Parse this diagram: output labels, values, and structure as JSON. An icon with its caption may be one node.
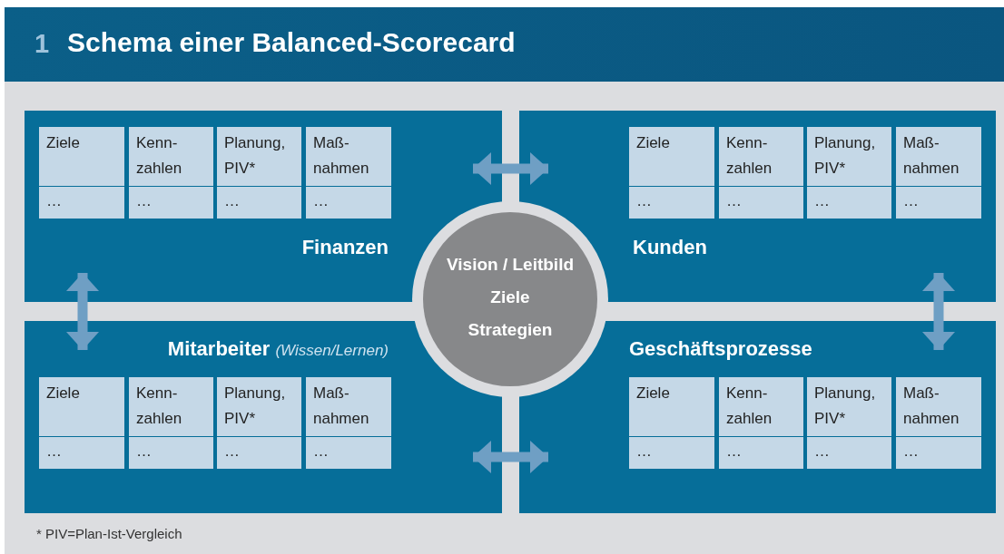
{
  "diagram": {
    "title": "Schema einer Balanced-Scorecard",
    "caption": "* PIV=Plan-Ist-Vergleich",
    "labels": [
      "1"
    ],
    "nodes": [
      {
        "text": [
          "Finanzen"
        ]
      },
      {
        "text": [
          "Ziele"
        ],
        "in": 0
      },
      {
        "text": [
          "Kenn- zahlen"
        ],
        "in": 0
      },
      {
        "text": [
          "Planung, PIV*"
        ],
        "in": 0
      },
      {
        "text": [
          "Maß- nahmen"
        ],
        "in": 0
      },
      {
        "text": [
          "…"
        ],
        "in": 0
      },
      {
        "text": [
          "…"
        ],
        "in": 0
      },
      {
        "text": [
          "…"
        ],
        "in": 0
      },
      {
        "text": [
          "…"
        ],
        "in": 0
      },
      {
        "text": [
          "Kunden"
        ]
      },
      {
        "text": [
          "Ziele"
        ],
        "in": 9
      },
      {
        "text": [
          "Kenn- zahlen"
        ],
        "in": 9
      },
      {
        "text": [
          "Planung, PIV*"
        ],
        "in": 9
      },
      {
        "text": [
          "Maß- nahmen"
        ],
        "in": 9
      },
      {
        "text": [
          "…"
        ],
        "in": 9
      },
      {
        "text": [
          "…"
        ],
        "in": 9
      },
      {
        "text": [
          "…"
        ],
        "in": 9
      },
      {
        "text": [
          "…"
        ],
        "in": 9
      },
      {
        "text": [
          "Vision / Leitbild",
          "Ziele",
          "Strategien"
        ]
      },
      {
        "text": [
          "Mitarbeiter *(Wissen/Lernen)*"
        ]
      },
      {
        "text": [
          "Ziele"
        ],
        "in": 19
      },
      {
        "text": [
          "Kenn- zahlen"
        ],
        "in": 19
      },
      {
        "text": [
          "Planung, PIV*"
        ],
        "in": 19
      },
      {
        "text": [
          "Maß- nahmen"
        ],
        "in": 19
      },
      {
        "text": [
          "…"
        ],
        "in": 19
      },
      {
        "text": [
          "…"
        ],
        "in": 19
      },
      {
        "text": [
          "…"
        ],
        "in": 19
      },
      {
        "text": [
          "…"
        ],
        "in": 19
      },
      {
        "text": [
          "Geschäftsprozesse"
        ]
      },
      {
        "text": [
          "Ziele"
        ],
        "in": 28
      },
      {
        "text": [
          "Kenn- zahlen"
        ],
        "in": 28
      },
      {
        "text": [
          "Planung, PIV*"
        ],
        "in": 28
      },
      {
        "text": [
          "Maß- nahmen"
        ],
        "in": 28
      },
      {
        "text": [
          "…"
        ],
        "in": 28
      },
      {
        "text": [
          "…"
        ],
        "in": 28
      },
      {
        "text": [
          "…"
        ],
        "in": 28
      },
      {
        "text": [
          "…"
        ],
        "in": 28
      }
    ],
    "edges": [
      {
        "from": 0,
        "to": 9,
        "arrow": "both"
      },
      {
        "from": 0,
        "to": 19,
        "arrow": "both"
      },
      {
        "from": 9,
        "to": 28,
        "arrow": "both"
      },
      {
        "from": 19,
        "to": 28,
        "arrow": "both"
      }
    ]
  }
}
